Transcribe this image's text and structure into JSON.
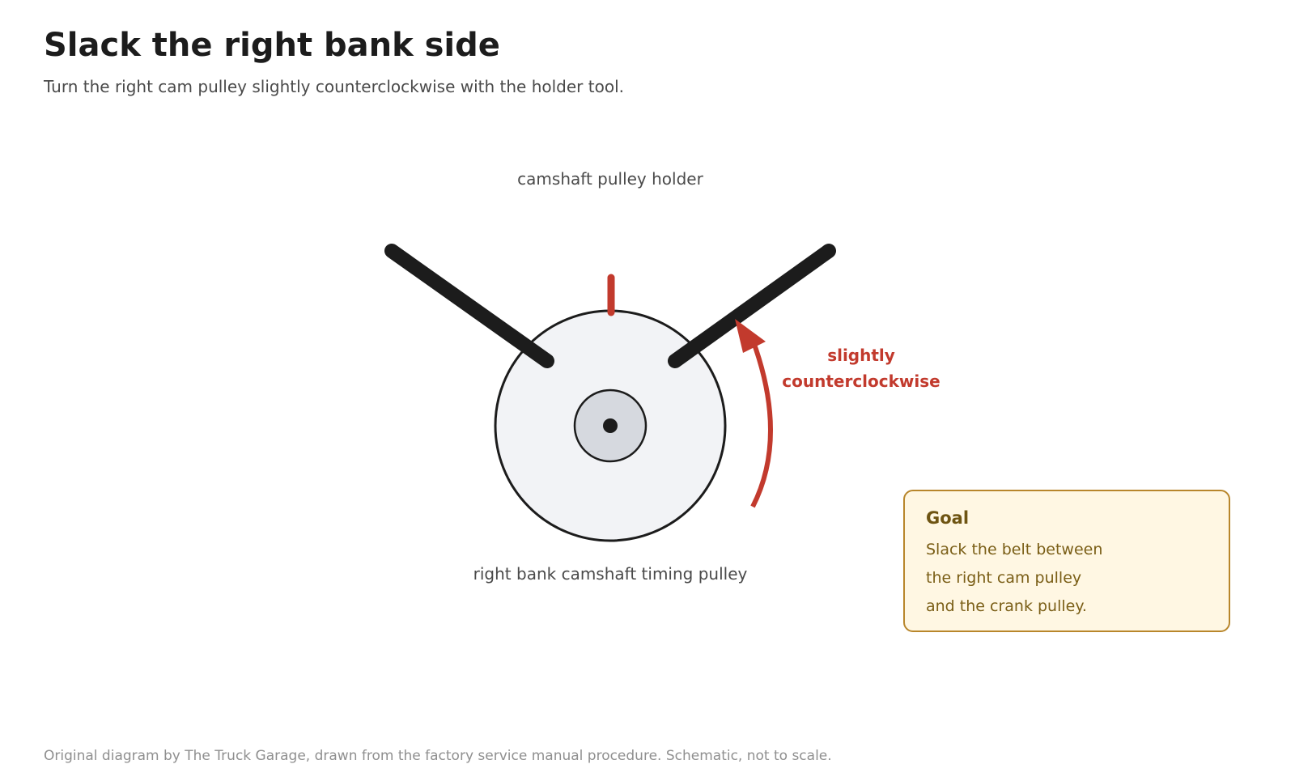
{
  "header": {
    "title": "Slack the right bank side",
    "subtitle": "Turn the right cam pulley slightly counterclockwise with the holder tool."
  },
  "diagram": {
    "holder_label": "camshaft pulley holder",
    "pulley_label": "right bank camshaft timing pulley",
    "rotation_label_line1": "slightly",
    "rotation_label_line2": "counterclockwise",
    "colors": {
      "tool": "#1c1c1c",
      "marker": "#c23a2d",
      "pulley_fill": "#f2f3f6",
      "hub_fill": "#d6d9df",
      "outline": "#1c1c1c",
      "label": "#4a4a4a"
    }
  },
  "goal": {
    "title": "Goal",
    "lines": [
      "Slack the belt between",
      "the right cam pulley",
      "and the crank pulley."
    ],
    "colors": {
      "background": "#fff7e3",
      "border": "#b8862b",
      "text": "#7a5e16"
    }
  },
  "footer": {
    "credit": "Original diagram by The Truck Garage, drawn from the factory service manual procedure. Schematic, not to scale."
  }
}
